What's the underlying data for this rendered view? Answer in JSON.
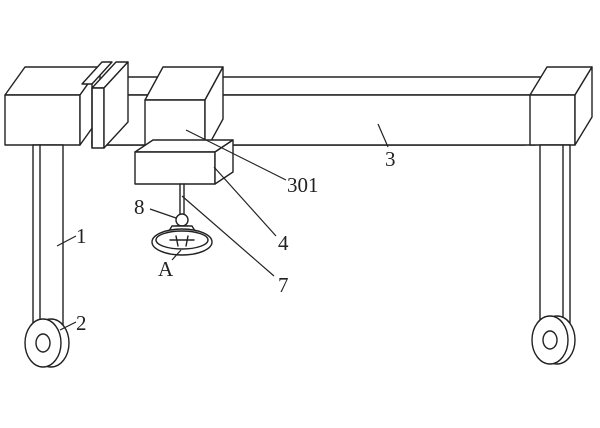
{
  "labels": {
    "leg": "1",
    "wheel": "2",
    "beam": "3",
    "carriage_top": "301",
    "carriage_block": "4",
    "hanger_rod": "7",
    "ball_joint": "8",
    "nozzle_detail": "A"
  }
}
